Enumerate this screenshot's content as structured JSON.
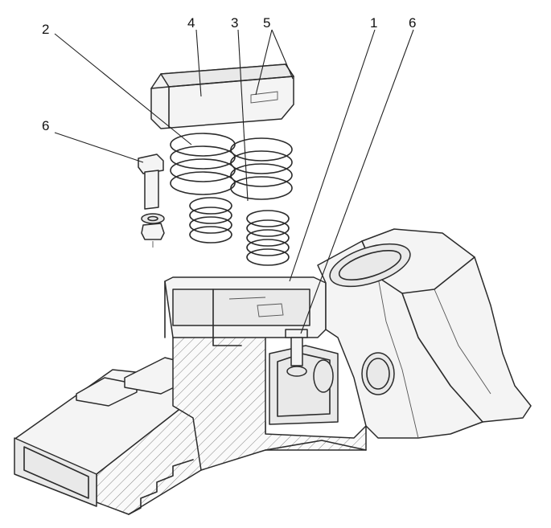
{
  "callouts": {
    "c1": "1",
    "c2": "2",
    "c3": "3",
    "c4": "4",
    "c5": "5",
    "c6_left": "6",
    "c6_right": "6"
  }
}
